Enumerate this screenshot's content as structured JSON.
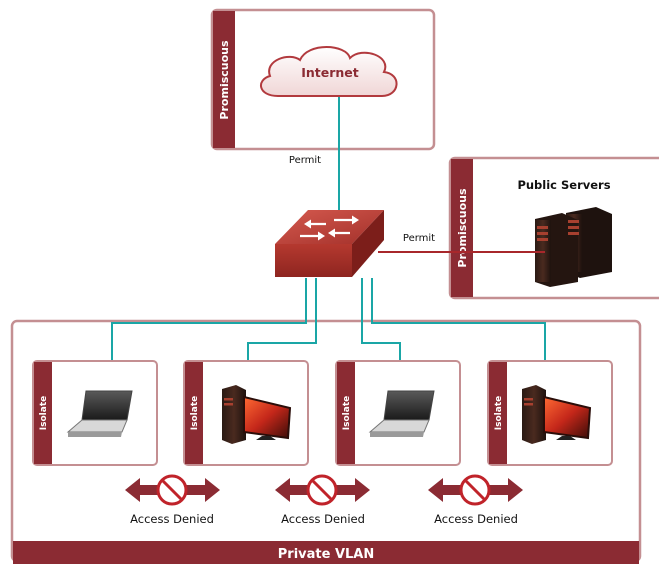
{
  "internet": {
    "zone_label": "Promiscuous",
    "cloud_label": "Internet",
    "link_label": "Permit"
  },
  "servers": {
    "zone_label": "Promiscuous",
    "title": "Public Servers",
    "link_label": "Permit"
  },
  "private_vlan": {
    "label": "Private VLAN",
    "hosts": [
      {
        "zone_label": "Isolate",
        "device": "laptop-icon"
      },
      {
        "zone_label": "Isolate",
        "device": "desktop-pc-icon"
      },
      {
        "zone_label": "Isolate",
        "device": "laptop-icon"
      },
      {
        "zone_label": "Isolate",
        "device": "desktop-pc-icon"
      }
    ],
    "denials": [
      "Access Denied",
      "Access Denied",
      "Access Denied"
    ]
  },
  "colors": {
    "maroon": "#8b2b33",
    "box_border": "#c48f92",
    "link_teal": "#1aa6a6",
    "link_red": "#a8272b",
    "switch_red": "#b33a32"
  }
}
